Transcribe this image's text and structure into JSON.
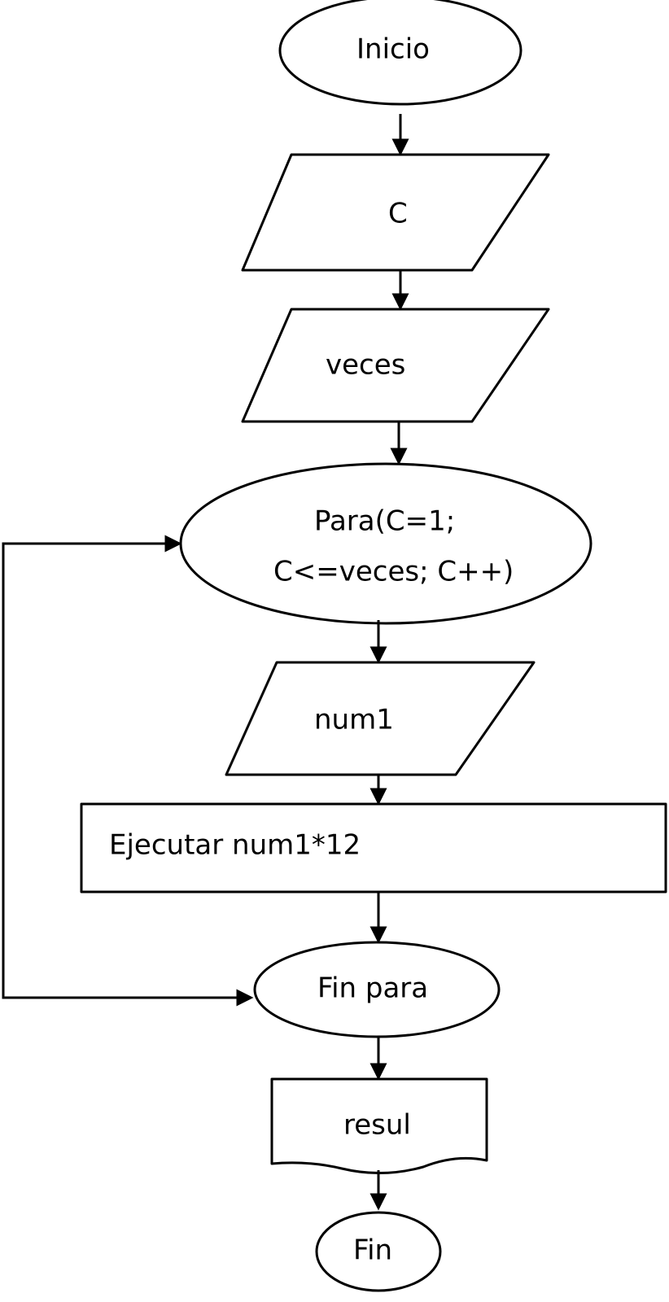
{
  "flowchart": {
    "start": "Inicio",
    "input_c": "C",
    "input_veces": "veces",
    "loop_line1": "Para(C=1;",
    "loop_line2": "C<=veces; C++)",
    "input_num1": "num1",
    "process": "Ejecutar num1*12",
    "end_loop": "Fin para",
    "output": "resul",
    "end": "Fin"
  },
  "colors": {
    "stroke": "#000000",
    "fill": "#ffffff"
  }
}
